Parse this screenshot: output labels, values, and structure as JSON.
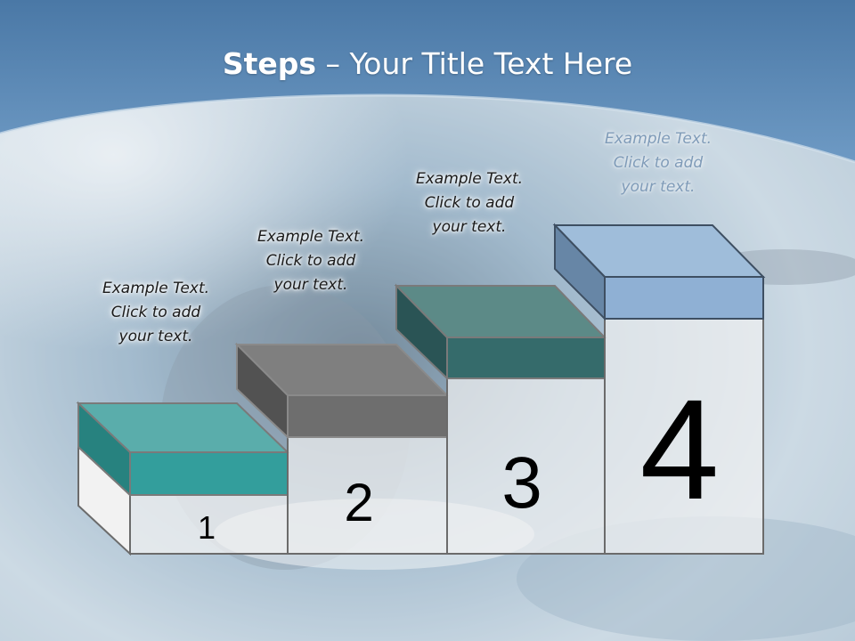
{
  "slide": {
    "title_bold": "Steps",
    "title_rest": " – Your Title Text Here"
  },
  "steps": [
    {
      "number": "1",
      "caption": [
        "Example Text.",
        "Click  to add",
        "your text."
      ],
      "color": "#339E9C"
    },
    {
      "number": "2",
      "caption": [
        "Example Text.",
        "Click  to add",
        "your text."
      ],
      "color": "#6E6E6E"
    },
    {
      "number": "3",
      "caption": [
        "Example Text.",
        "Click  to add",
        "your text."
      ],
      "color": "#356B6B"
    },
    {
      "number": "4",
      "caption": [
        "Example Text.",
        "Click  to add",
        "your text."
      ],
      "color": "#8FB0D4"
    }
  ],
  "colors": {
    "header_blue": "#5D8BB8",
    "background_sea": "#9BB6CC",
    "outline": "#6B6B6B"
  }
}
